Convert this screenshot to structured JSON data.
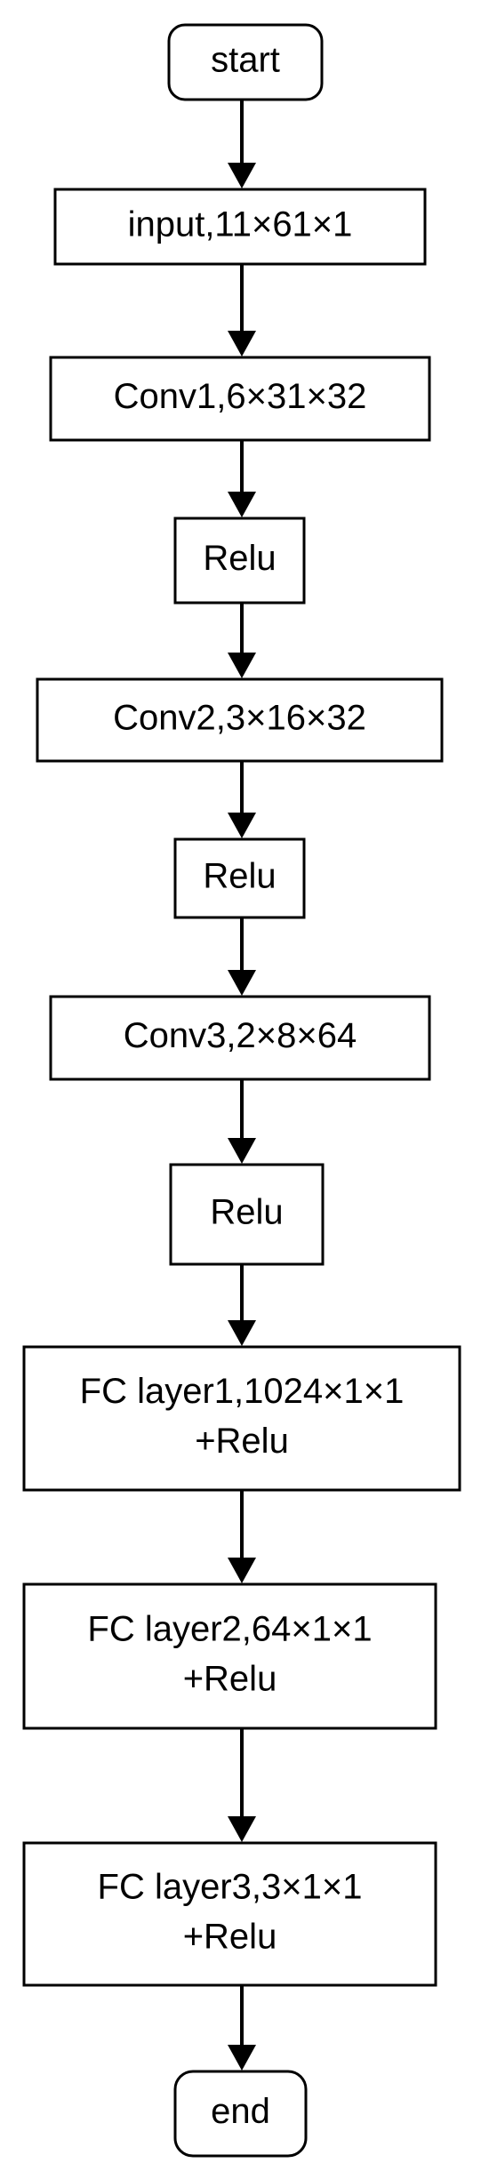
{
  "flowchart": {
    "nodes": [
      {
        "id": "start",
        "lines": [
          "start"
        ],
        "shape": "rounded"
      },
      {
        "id": "input",
        "lines": [
          "input,11×61×1"
        ],
        "shape": "rect"
      },
      {
        "id": "conv1",
        "lines": [
          "Conv1,6×31×32"
        ],
        "shape": "rect"
      },
      {
        "id": "relu1",
        "lines": [
          "Relu"
        ],
        "shape": "rect"
      },
      {
        "id": "conv2",
        "lines": [
          "Conv2,3×16×32"
        ],
        "shape": "rect"
      },
      {
        "id": "relu2",
        "lines": [
          "Relu"
        ],
        "shape": "rect"
      },
      {
        "id": "conv3",
        "lines": [
          "Conv3,2×8×64"
        ],
        "shape": "rect"
      },
      {
        "id": "relu3",
        "lines": [
          "Relu"
        ],
        "shape": "rect"
      },
      {
        "id": "fc1",
        "lines": [
          "FC layer1,1024×1×1",
          "+Relu"
        ],
        "shape": "rect"
      },
      {
        "id": "fc2",
        "lines": [
          "FC layer2,64×1×1",
          "+Relu"
        ],
        "shape": "rect"
      },
      {
        "id": "fc3",
        "lines": [
          "FC layer3,3×1×1",
          "+Relu"
        ],
        "shape": "rect"
      },
      {
        "id": "end",
        "lines": [
          "end"
        ],
        "shape": "rounded"
      }
    ],
    "edges": [
      [
        "start",
        "input"
      ],
      [
        "input",
        "conv1"
      ],
      [
        "conv1",
        "relu1"
      ],
      [
        "relu1",
        "conv2"
      ],
      [
        "conv2",
        "relu2"
      ],
      [
        "relu2",
        "conv3"
      ],
      [
        "conv3",
        "relu3"
      ],
      [
        "relu3",
        "fc1"
      ],
      [
        "fc1",
        "fc2"
      ],
      [
        "fc2",
        "fc3"
      ],
      [
        "fc3",
        "end"
      ]
    ]
  }
}
